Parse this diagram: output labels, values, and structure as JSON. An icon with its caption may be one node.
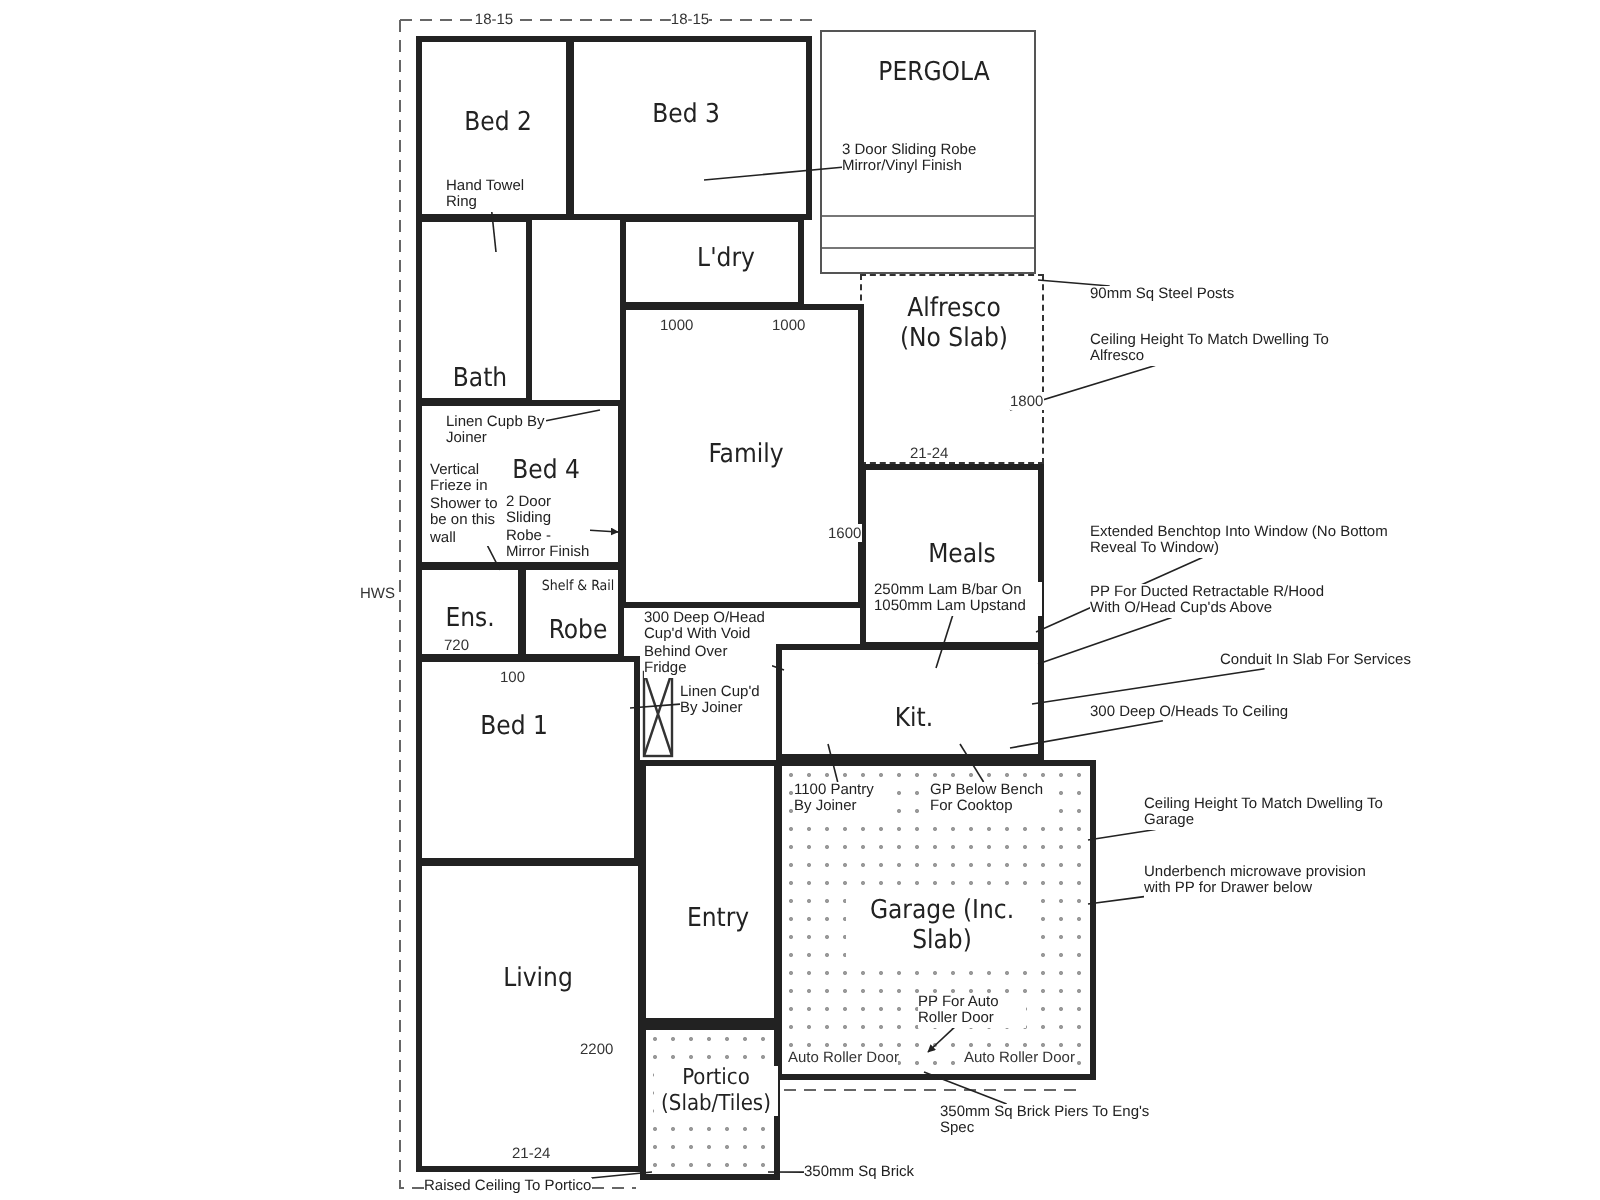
{
  "diagram": {
    "nodes": [
      {
        "text": [
          "Bed 2"
        ],
        "beside": [
          "18-15"
        ]
      },
      {
        "text": [
          "Bed 3"
        ],
        "beside": [
          "18-15"
        ]
      },
      {
        "text": [
          "PERGOLA"
        ]
      },
      {
        "text": [
          "L'dry"
        ]
      },
      {
        "text": [
          "Bath"
        ]
      },
      {
        "text": [
          "Alfresco (No Slab)"
        ]
      },
      {
        "text": [
          "Family"
        ]
      },
      {
        "text": [
          "Bed 4"
        ]
      },
      {
        "text": [
          "Meals"
        ]
      },
      {
        "text": [
          "Ens."
        ]
      },
      {
        "text": [
          "Shelf & Rail",
          "Robe"
        ]
      },
      {
        "text": [
          "Kit."
        ]
      },
      {
        "text": [
          "Bed 1"
        ]
      },
      {
        "text": [
          "Entry"
        ]
      },
      {
        "text": [
          "Living"
        ]
      },
      {
        "text": [
          "Garage (Inc. Slab)"
        ]
      },
      {
        "text": [
          "Portico (Slab/Tiles)"
        ]
      },
      {
        "text": [
          "3 Door Sliding Robe Mirror/Vinyl Finish"
        ],
        "in": 2
      },
      {
        "text": [
          "Hand Towel Ring"
        ],
        "in": 0
      },
      {
        "text": [
          "Linen Cupb By Joiner"
        ],
        "in": 7
      },
      {
        "text": [
          "Vertical Frieze in Shower to be on this wall"
        ],
        "in": 7
      },
      {
        "text": [
          "2 Door Sliding Robe - Mirror Finish"
        ],
        "in": 7
      },
      {
        "text": [
          "300 Deep O/Head Cup'd With Void Behind Over Fridge"
        ]
      },
      {
        "text": [
          "250mm Lam B/bar On 1050mm Lam Upstand"
        ],
        "in": 8
      },
      {
        "text": [
          "Linen Cup'd By Joiner"
        ]
      },
      {
        "text": [
          "90mm Sq Steel Posts"
        ]
      },
      {
        "text": [
          "Ceiling Height To Match Dwelling To Alfresco"
        ]
      },
      {
        "text": [
          "Extended Benchtop Into Window (No Bottom Reveal To Window)"
        ]
      },
      {
        "text": [
          "PP For Ducted Retractable R/Hood With O/Head Cup'ds Above"
        ]
      },
      {
        "text": [
          "Conduit In Slab For Services"
        ]
      },
      {
        "text": [
          "300 Deep O/Heads To Ceiling"
        ]
      },
      {
        "text": [
          "Ceiling Height To Match Dwelling To Garage"
        ]
      },
      {
        "text": [
          "Underbench microwave provision with PP for Drawer below"
        ]
      },
      {
        "text": [
          "1100 Pantry By Joiner"
        ],
        "in": 15
      },
      {
        "text": [
          "GP Below Bench For Cooktop"
        ],
        "in": 15
      },
      {
        "text": [
          "PP For Auto Roller Door"
        ],
        "in": 15
      },
      {
        "text": [
          "350mm Sq Brick Piers To Eng's Spec"
        ]
      },
      {
        "text": [
          "Raised Ceiling To Portico"
        ]
      },
      {
        "text": [
          "350mm Sq Brick"
        ]
      }
    ],
    "edges": [
      {
        "from": 17,
        "to": 1,
        "arrow": "none"
      },
      {
        "from": 18,
        "to": 4,
        "arrow": "none"
      },
      {
        "from": 19,
        "to": 7,
        "arrow": "none"
      },
      {
        "from": 20,
        "to": 9,
        "arrow": "none"
      },
      {
        "from": 21,
        "to": 7,
        "arrow": "to"
      },
      {
        "from": 22,
        "to": 11,
        "arrow": "none"
      },
      {
        "from": 23,
        "to": 11,
        "arrow": "none"
      },
      {
        "from": 24,
        "to": 12,
        "arrow": "none"
      },
      {
        "from": 25,
        "to": 5,
        "arrow": "none"
      },
      {
        "from": 26,
        "to": 5,
        "arrow": "none"
      },
      {
        "from": 27,
        "to": 8,
        "arrow": "none"
      },
      {
        "from": 28,
        "to": 11,
        "arrow": "none"
      },
      {
        "from": 29,
        "to": 11,
        "arrow": "none"
      },
      {
        "from": 30,
        "to": 11,
        "arrow": "none"
      },
      {
        "from": 31,
        "to": 15,
        "arrow": "none"
      },
      {
        "from": 32,
        "to": 15,
        "arrow": "none"
      },
      {
        "from": 33,
        "to": 11,
        "arrow": "none"
      },
      {
        "from": 34,
        "to": 11,
        "arrow": "none"
      },
      {
        "from": 35,
        "to": 15,
        "arrow": "to"
      },
      {
        "from": 36,
        "to": 15,
        "arrow": "none"
      },
      {
        "from": 37,
        "to": 16,
        "arrow": "none"
      },
      {
        "from": 38,
        "to": 16,
        "arrow": "none"
      }
    ],
    "labels": [
      "1000",
      "1000",
      "1800",
      "21-24",
      "1600",
      "HWS",
      "720",
      "100",
      "Auto Roller Door",
      "Auto Roller Door",
      "2200",
      "21-24"
    ]
  }
}
